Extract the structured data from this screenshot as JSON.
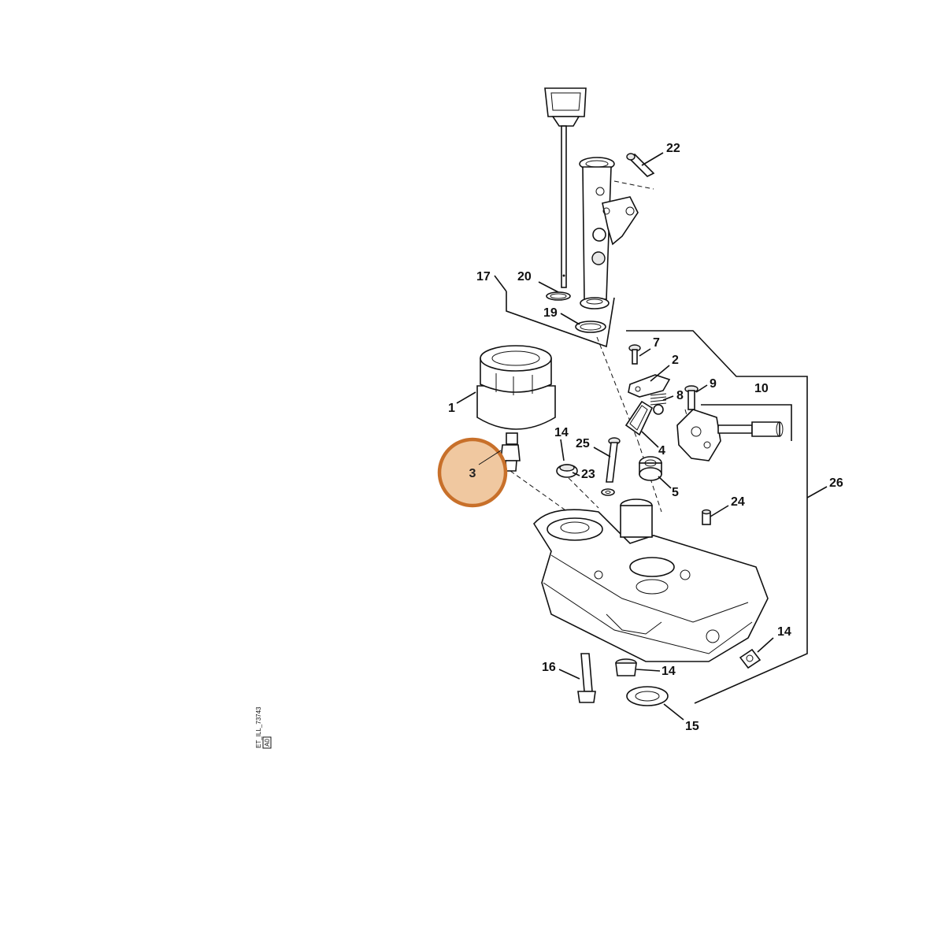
{
  "highlight": {
    "label": "3",
    "fill": "#f0c8a0",
    "ring": "#c8702a"
  },
  "labels": {
    "l1": "1",
    "l2": "2",
    "l3": "3",
    "l4": "4",
    "l5": "5",
    "l7": "7",
    "l8": "8",
    "l9": "9",
    "l10": "10",
    "l14a": "14",
    "l14b": "14",
    "l14c": "14",
    "l15": "15",
    "l16": "16",
    "l17": "17",
    "l19": "19",
    "l20": "20",
    "l22": "22",
    "l23": "23",
    "l24": "24",
    "l25": "25",
    "l26": "26"
  },
  "reference": {
    "code": "ET_ILL_73743",
    "version": "A0"
  }
}
